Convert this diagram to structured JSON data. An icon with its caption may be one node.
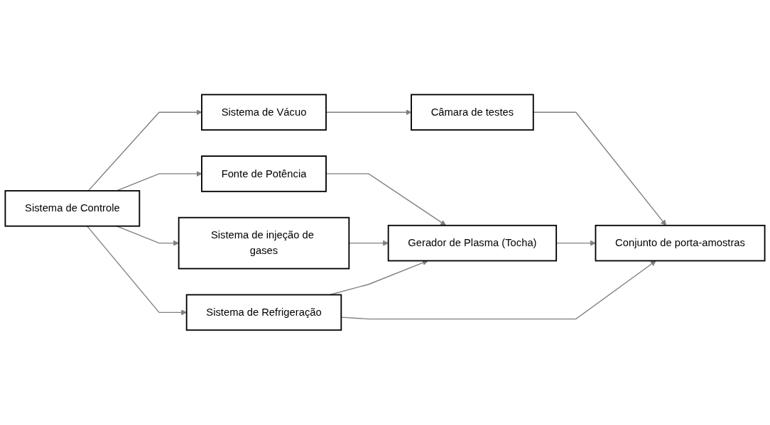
{
  "diagram": {
    "nodes": [
      {
        "text": [
          "Sistema de Controle"
        ]
      },
      {
        "text": [
          "Sistema de Vácuo"
        ]
      },
      {
        "text": [
          "Fonte de Potência"
        ]
      },
      {
        "text": [
          "Câmara de testes"
        ]
      },
      {
        "text": [
          "Sistema de injeção de gases"
        ]
      },
      {
        "text": [
          "Gerador de Plasma (Tocha)"
        ]
      },
      {
        "text": [
          "Conjunto de porta-amostras"
        ]
      },
      {
        "text": [
          "Sistema de Refrigeração"
        ]
      }
    ],
    "edges": [
      {
        "from": 0,
        "to": 1,
        "arrow": "to"
      },
      {
        "from": 0,
        "to": 2,
        "arrow": "to"
      },
      {
        "from": 0,
        "to": 4,
        "arrow": "to"
      },
      {
        "from": 0,
        "to": 7,
        "arrow": "to"
      },
      {
        "from": 1,
        "to": 3,
        "arrow": "to"
      },
      {
        "from": 2,
        "to": 5,
        "arrow": "to"
      },
      {
        "from": 3,
        "to": 6,
        "arrow": "to"
      },
      {
        "from": 4,
        "to": 5,
        "arrow": "to"
      },
      {
        "from": 5,
        "to": 6,
        "arrow": "to"
      },
      {
        "from": 7,
        "to": 5,
        "arrow": "to"
      },
      {
        "from": 7,
        "to": 6,
        "arrow": "to"
      }
    ]
  }
}
